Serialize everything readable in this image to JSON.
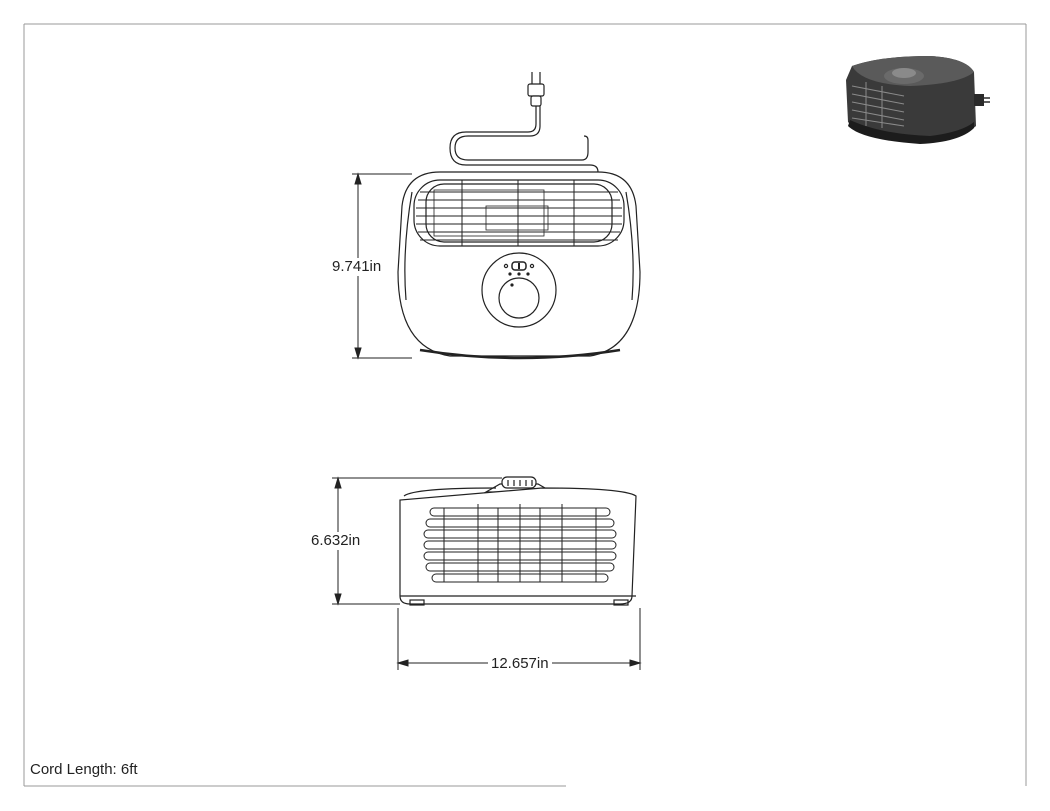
{
  "dimensions": {
    "height": "9.741in",
    "depth": "6.632in",
    "width": "12.657in"
  },
  "notes": {
    "cord_length": "Cord Length: 6ft"
  },
  "colors": {
    "line": "#222222",
    "frame": "#999999",
    "product_dark": "#3a3a3a"
  }
}
